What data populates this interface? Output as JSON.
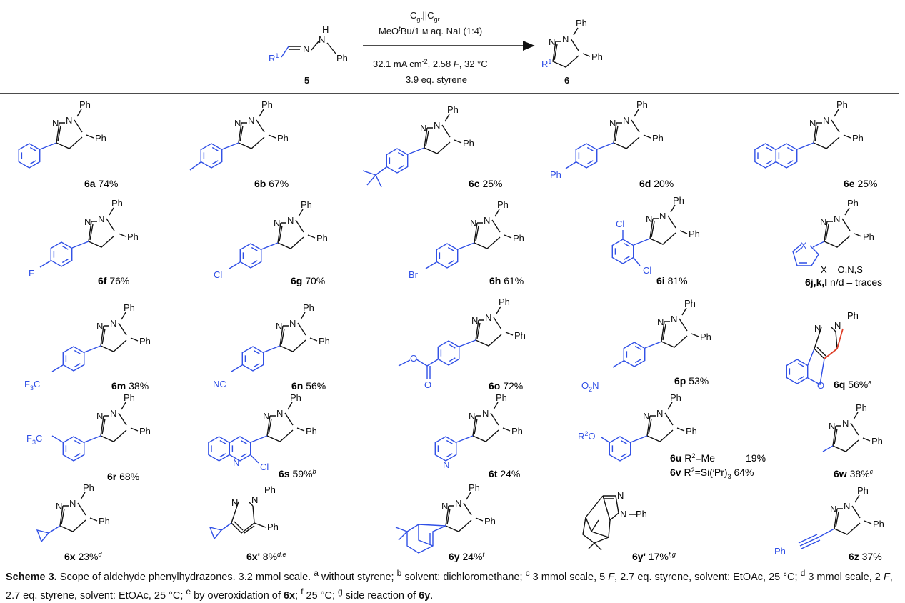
{
  "header": {
    "reactant": {
      "r_group": "R",
      "r_sup": "1",
      "nh_label": "H",
      "n_left": "N",
      "n_right": "N",
      "ph": "Ph",
      "number": "5"
    },
    "product": {
      "r_group": "R",
      "r_sup": "1",
      "number": "6"
    },
    "conditions": {
      "electrodes": "C",
      "electrode_sub": "gr",
      "electrode_sep": "||",
      "solvent_pre": "MeO",
      "solvent_sup": "t",
      "solvent_post": "Bu/1 ",
      "molar_unit": "M",
      "solvent_tail": " aq. NaI (1:4)",
      "current": "32.1 mA cm",
      "current_sup": "-2",
      "charge_mid": ", 2.58 ",
      "charge_unit": "F",
      "temp": ", 32 °C",
      "additive": "3.9 eq. styrene"
    }
  },
  "labels": {
    "ph": "Ph",
    "n": "N",
    "f": "F",
    "cl": "Cl",
    "br": "Br",
    "o": "O",
    "x": "X",
    "c": "C",
    "cf3": "F",
    "cf3_sub": "3",
    "cf3_c": "C",
    "nc": "NC",
    "o2n_o": "O",
    "o2n_sub": "2",
    "o2n_n": "N",
    "r2o": "R",
    "r2o_sup": "2",
    "r2o_o": "O"
  },
  "compounds": [
    {
      "id": "6a",
      "num": "6a",
      "yield": " 74%"
    },
    {
      "id": "6b",
      "num": "6b",
      "yield": " 67%"
    },
    {
      "id": "6c",
      "num": "6c",
      "yield": " 25%"
    },
    {
      "id": "6d",
      "num": "6d",
      "yield": " 20%"
    },
    {
      "id": "6e",
      "num": "6e",
      "yield": " 25%"
    },
    {
      "id": "6f",
      "num": "6f",
      "yield": " 76%"
    },
    {
      "id": "6g",
      "num": "6g",
      "yield": " 70%"
    },
    {
      "id": "6h",
      "num": "6h",
      "yield": " 61%"
    },
    {
      "id": "6i",
      "num": "6i",
      "yield": " 81%"
    },
    {
      "id": "6jkl",
      "num": "6j,k,l",
      "yield": " n/d – traces",
      "note": "X = O,N,S"
    },
    {
      "id": "6m",
      "num": "6m",
      "yield": " 38%"
    },
    {
      "id": "6n",
      "num": "6n",
      "yield": " 56%"
    },
    {
      "id": "6o",
      "num": "6o",
      "yield": " 72%"
    },
    {
      "id": "6p",
      "num": "6p",
      "yield": " 53%"
    },
    {
      "id": "6q",
      "num": "6q",
      "yield": " 56%",
      "sup": "a"
    },
    {
      "id": "6r",
      "num": "6r",
      "yield": " 68%"
    },
    {
      "id": "6s",
      "num": "6s",
      "yield": " 59%",
      "sup": "b"
    },
    {
      "id": "6t",
      "num": "6t",
      "yield": " 24%"
    },
    {
      "id": "6u",
      "num": "6u",
      "r_label": " R",
      "r_sup": "2",
      "r_value": "=Me",
      "yield": "19%"
    },
    {
      "id": "6v",
      "num": "6v",
      "r_label": " R",
      "r_sup": "2",
      "r_value_pre": "=Si(",
      "r_value_sup": "i",
      "r_value_post": "Pr)",
      "r_value_sub": "3",
      "yield": " 64%"
    },
    {
      "id": "6w",
      "num": "6w",
      "yield": " 38%",
      "sup": "c"
    },
    {
      "id": "6x",
      "num": "6x",
      "yield": " 23%",
      "sup": "d"
    },
    {
      "id": "6x2",
      "num": "6x'",
      "yield": " 8%",
      "sup": "d,e"
    },
    {
      "id": "6y",
      "num": "6y",
      "yield": " 24%",
      "sup": "f"
    },
    {
      "id": "6y2",
      "num": "6y'",
      "yield": " 17%",
      "sup": "f,g"
    },
    {
      "id": "6z",
      "num": "6z",
      "yield": " 37%"
    }
  ],
  "caption": {
    "label": "Scheme 3.",
    "intro": " Scope of aldehyde phenylhydrazones. 3.2 mmol scale. ",
    "notes": [
      {
        "mark": "a",
        "pre": " without styrene; "
      },
      {
        "mark": "b",
        "pre": " solvent: dichloromethane; "
      },
      {
        "mark": "c",
        "pre": " 3 mmol scale, 5 ",
        "unit": "F",
        "post": ", 2.7 eq. styrene, solvent: EtOAc, 25 °C; "
      },
      {
        "mark": "d",
        "pre": " 3 mmol scale, 2 ",
        "unit": "F",
        "post": ", 2.7 eq. styrene, solvent: EtOAc, 25 °C; "
      },
      {
        "mark": "e",
        "pre": " by overoxidation of ",
        "ref": "6x",
        "post": "; "
      },
      {
        "mark": "f",
        "pre": " 25 °C; "
      },
      {
        "mark": "g",
        "pre": " side reaction of ",
        "ref": "6y",
        "post": "."
      }
    ]
  },
  "colors": {
    "substituent": "#2f4fe6",
    "new_bond": "#e0402a",
    "core": "#111111"
  }
}
